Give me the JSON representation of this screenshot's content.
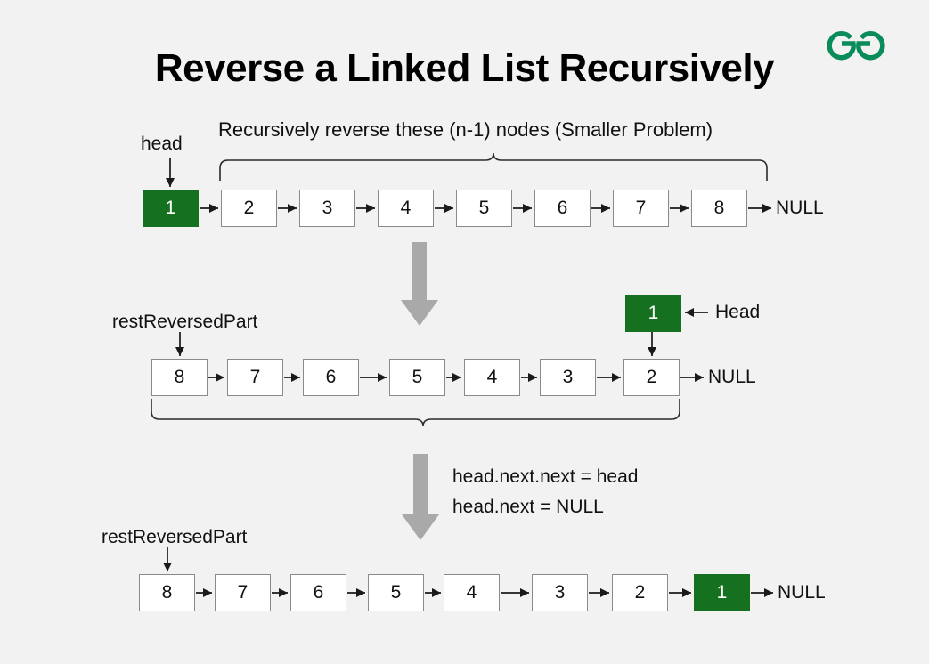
{
  "page": {
    "title": "Reverse a Linked List Recursively",
    "background_color": "#f2f2f2",
    "accent_green": "#15711f",
    "logo_green": "#098b5a",
    "gray_arrow": "#a9a9a9",
    "node_border": "#8a8a8a"
  },
  "logo": {
    "name": "geeksforgeeks-logo"
  },
  "step1": {
    "brace_caption": "Recursively reverse these (n-1) nodes (Smaller Problem)",
    "head_label": "head",
    "null_label": "NULL",
    "nodes": [
      {
        "value": "1",
        "highlight": true
      },
      {
        "value": "2",
        "highlight": false
      },
      {
        "value": "3",
        "highlight": false
      },
      {
        "value": "4",
        "highlight": false
      },
      {
        "value": "5",
        "highlight": false
      },
      {
        "value": "6",
        "highlight": false
      },
      {
        "value": "7",
        "highlight": false
      },
      {
        "value": "8",
        "highlight": false
      }
    ]
  },
  "step2": {
    "rest_label": "restReversedPart",
    "head_label": "Head",
    "detached_node": "1",
    "null_label": "NULL",
    "nodes": [
      {
        "value": "8",
        "highlight": false
      },
      {
        "value": "7",
        "highlight": false
      },
      {
        "value": "6",
        "highlight": false
      },
      {
        "value": "5",
        "highlight": false
      },
      {
        "value": "4",
        "highlight": false
      },
      {
        "value": "3",
        "highlight": false
      },
      {
        "value": "2",
        "highlight": false
      }
    ]
  },
  "transition": {
    "code_line_1": "head.next.next = head",
    "code_line_2": "head.next = NULL"
  },
  "step3": {
    "rest_label": "restReversedPart",
    "null_label": "NULL",
    "nodes": [
      {
        "value": "8",
        "highlight": false
      },
      {
        "value": "7",
        "highlight": false
      },
      {
        "value": "6",
        "highlight": false
      },
      {
        "value": "5",
        "highlight": false
      },
      {
        "value": "4",
        "highlight": false
      },
      {
        "value": "3",
        "highlight": false
      },
      {
        "value": "2",
        "highlight": false
      },
      {
        "value": "1",
        "highlight": true
      }
    ]
  }
}
